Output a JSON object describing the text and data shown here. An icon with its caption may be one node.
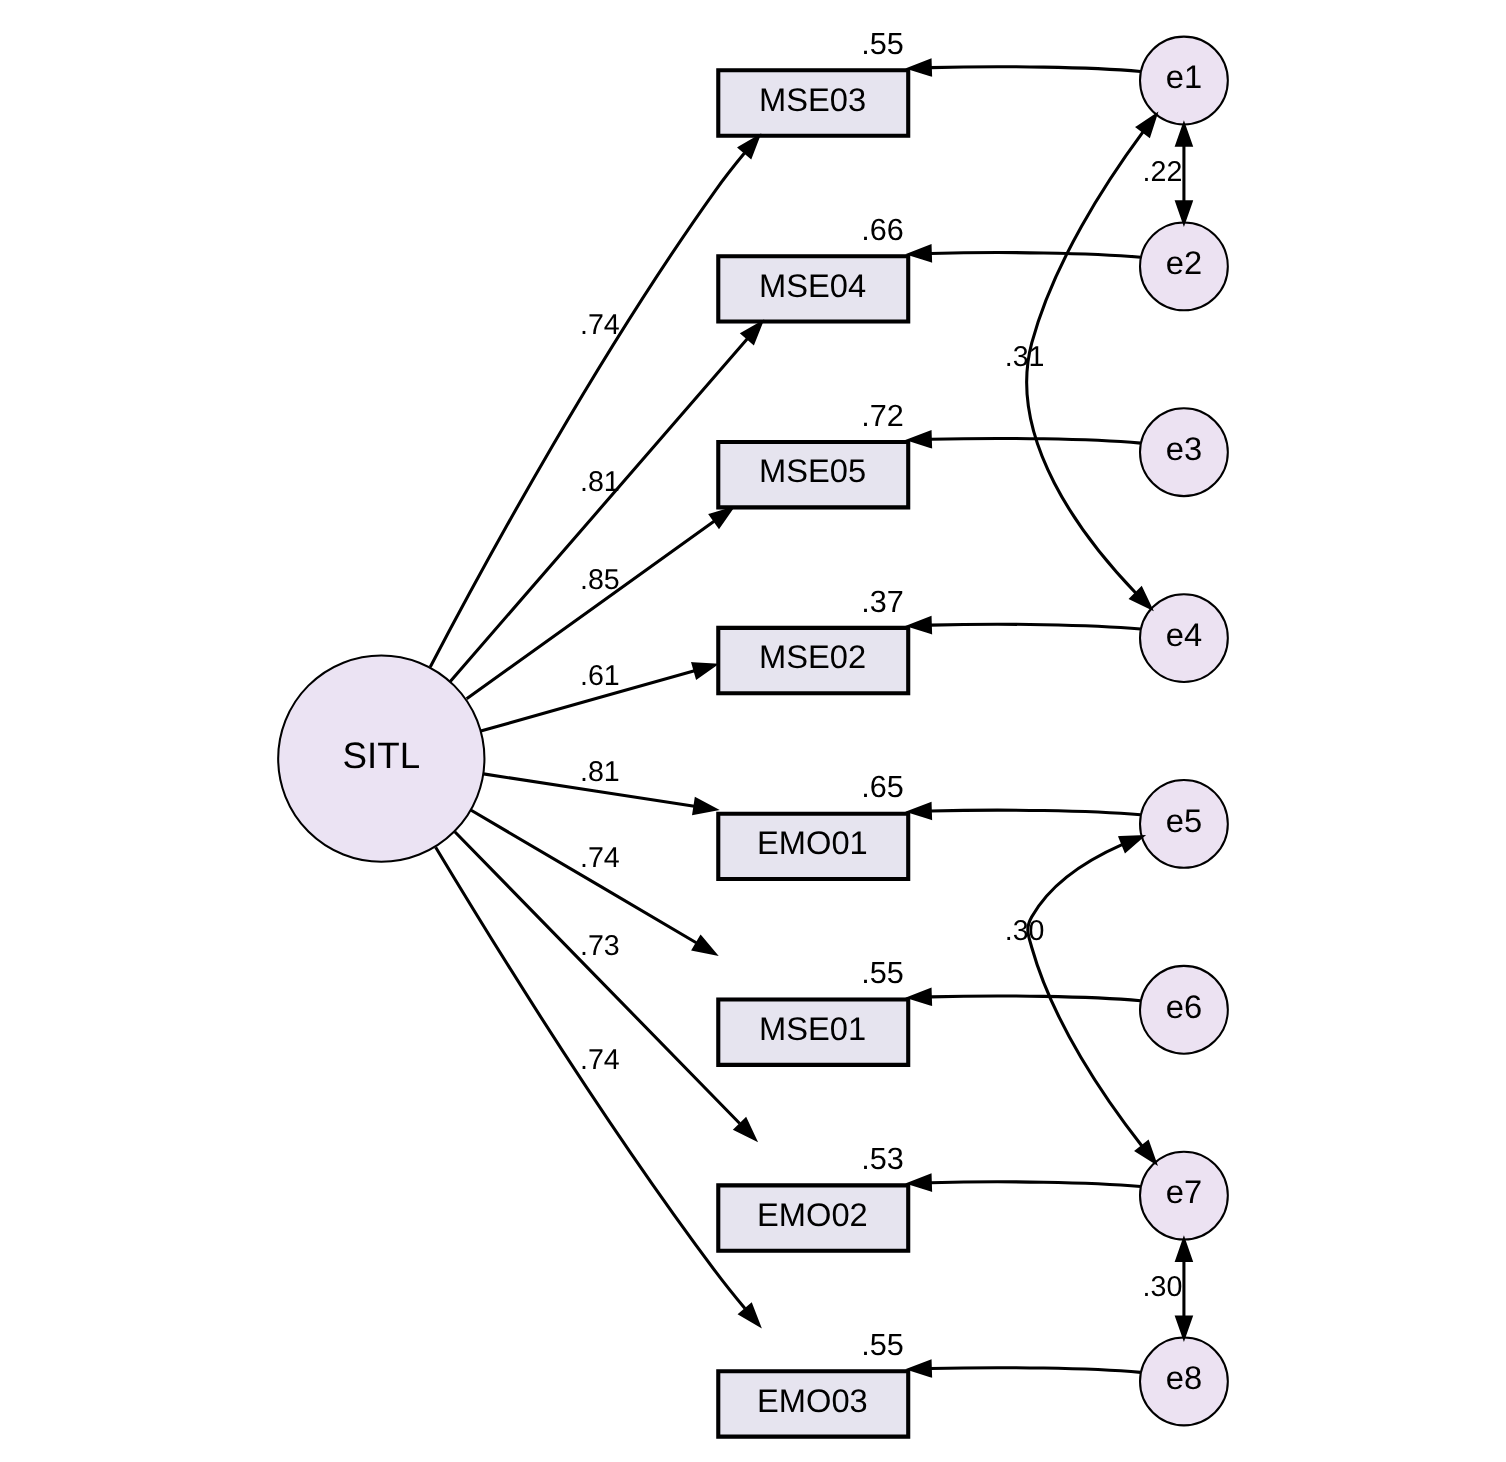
{
  "diagram": {
    "nodes": [
      {
        "text": [
          "SITL"
        ]
      },
      {
        "text": [
          "MSE03"
        ],
        "beside": [
          ".55"
        ]
      },
      {
        "text": [
          "MSE04"
        ],
        "beside": [
          ".66"
        ]
      },
      {
        "text": [
          "MSE05"
        ],
        "beside": [
          ".72"
        ]
      },
      {
        "text": [
          "MSE02"
        ],
        "beside": [
          ".37"
        ]
      },
      {
        "text": [
          "EMO01"
        ],
        "beside": [
          ".65"
        ]
      },
      {
        "text": [
          "MSE01"
        ],
        "beside": [
          ".55"
        ]
      },
      {
        "text": [
          "EMO02"
        ],
        "beside": [
          ".53"
        ]
      },
      {
        "text": [
          "EMO03"
        ],
        "beside": [
          ".55"
        ]
      },
      {
        "text": [
          "e1"
        ]
      },
      {
        "text": [
          "e2"
        ]
      },
      {
        "text": [
          "e3"
        ]
      },
      {
        "text": [
          "e4"
        ]
      },
      {
        "text": [
          "e5"
        ]
      },
      {
        "text": [
          "e6"
        ]
      },
      {
        "text": [
          "e7"
        ]
      },
      {
        "text": [
          "e8"
        ]
      }
    ],
    "edges": [
      {
        "from": 0,
        "to": 1,
        "arrow": "to",
        "label": ".74"
      },
      {
        "from": 0,
        "to": 2,
        "arrow": "to",
        "label": ".81"
      },
      {
        "from": 0,
        "to": 3,
        "arrow": "to",
        "label": ".85"
      },
      {
        "from": 0,
        "to": 4,
        "arrow": "to",
        "label": ".61"
      },
      {
        "from": 0,
        "to": 5,
        "arrow": "to",
        "label": ".81"
      },
      {
        "from": 0,
        "to": 6,
        "arrow": "to",
        "label": ".74"
      },
      {
        "from": 0,
        "to": 7,
        "arrow": "to",
        "label": ".73"
      },
      {
        "from": 0,
        "to": 8,
        "arrow": "to",
        "label": ".74"
      },
      {
        "from": 9,
        "to": 1,
        "arrow": "to"
      },
      {
        "from": 10,
        "to": 2,
        "arrow": "to"
      },
      {
        "from": 11,
        "to": 3,
        "arrow": "to"
      },
      {
        "from": 12,
        "to": 4,
        "arrow": "to"
      },
      {
        "from": 13,
        "to": 5,
        "arrow": "to"
      },
      {
        "from": 14,
        "to": 6,
        "arrow": "to"
      },
      {
        "from": 15,
        "to": 7,
        "arrow": "to"
      },
      {
        "from": 16,
        "to": 8,
        "arrow": "to"
      },
      {
        "from": 9,
        "to": 10,
        "arrow": "both",
        "label": ".22"
      },
      {
        "from": 9,
        "to": 12,
        "arrow": "both",
        "label": ".31"
      },
      {
        "from": 13,
        "to": 15,
        "arrow": "both",
        "label": ".30"
      },
      {
        "from": 15,
        "to": 16,
        "arrow": "both",
        "label": ".30"
      }
    ]
  }
}
